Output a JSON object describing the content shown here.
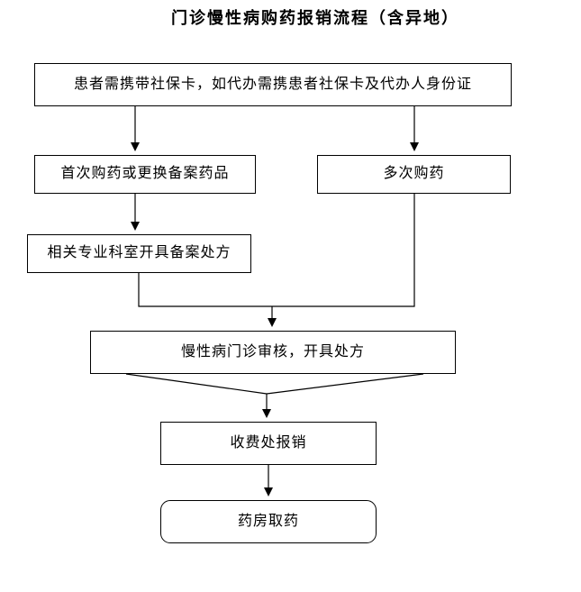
{
  "title": "门诊慢性病购药报销流程（含异地）",
  "flowchart": {
    "type": "flowchart",
    "nodes": [
      {
        "id": "patient-card",
        "label": "患者需携带社保卡，如代办需携患者社保卡及代办人身份证",
        "shape": "rect"
      },
      {
        "id": "first-purchase",
        "label": "首次购药或更换备案药品",
        "shape": "rect"
      },
      {
        "id": "multiple-purchase",
        "label": "多次购药",
        "shape": "rect"
      },
      {
        "id": "specialist-prescription",
        "label": "相关专业科室开具备案处方",
        "shape": "rect"
      },
      {
        "id": "clinic-review",
        "label": "慢性病门诊审核，开具处方",
        "shape": "rect"
      },
      {
        "id": "payment-reimbursement",
        "label": "收费处报销",
        "shape": "rect"
      },
      {
        "id": "pharmacy-pickup",
        "label": "药房取药",
        "shape": "rounded"
      }
    ],
    "edges": [
      {
        "from": "patient-card",
        "to": "first-purchase"
      },
      {
        "from": "patient-card",
        "to": "multiple-purchase"
      },
      {
        "from": "first-purchase",
        "to": "specialist-prescription"
      },
      {
        "from": "specialist-prescription",
        "to": "clinic-review"
      },
      {
        "from": "multiple-purchase",
        "to": "clinic-review"
      },
      {
        "from": "clinic-review",
        "to": "payment-reimbursement"
      },
      {
        "from": "payment-reimbursement",
        "to": "pharmacy-pickup"
      }
    ]
  },
  "colors": {
    "border": "#000000",
    "text": "#000000",
    "background": "#ffffff"
  }
}
